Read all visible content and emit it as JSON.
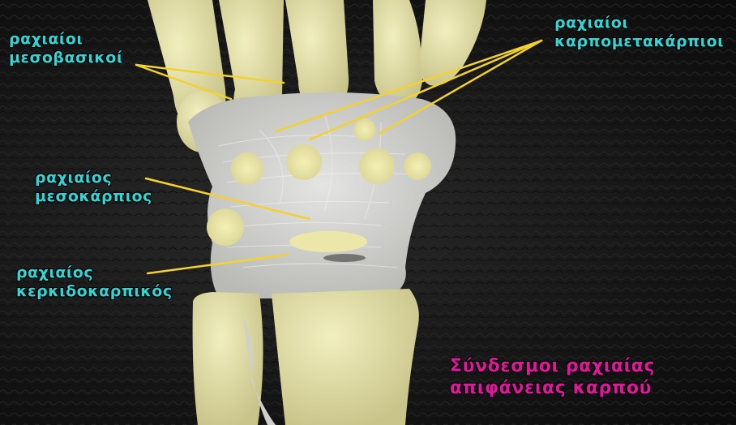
{
  "labels": {
    "midcarpal_dorsal_plural": {
      "line1": "ραχιαίοι",
      "line2": "μεσοβασικοί"
    },
    "carpometacarpal": {
      "line1": "ραχιαίοι",
      "line2": "καρπομετακάρπιοι"
    },
    "intercarpal": {
      "line1": "ραχιαίος",
      "line2": "μεσοκάρπιος"
    },
    "radiocarpal": {
      "line1": "ραχιαίος",
      "line2": "κερκιδοκαρπικός"
    }
  },
  "title": {
    "line1": "Σύνδεσμοι ραχιαίας",
    "line2": "απιφάνειας καρπού"
  },
  "colors": {
    "label_text": "#35d4d4",
    "title_text": "#e0189c",
    "leader_line": "#f2d230",
    "bone": "#e6e2a6",
    "ligament": "#d4d4d2",
    "background": "#161616"
  }
}
